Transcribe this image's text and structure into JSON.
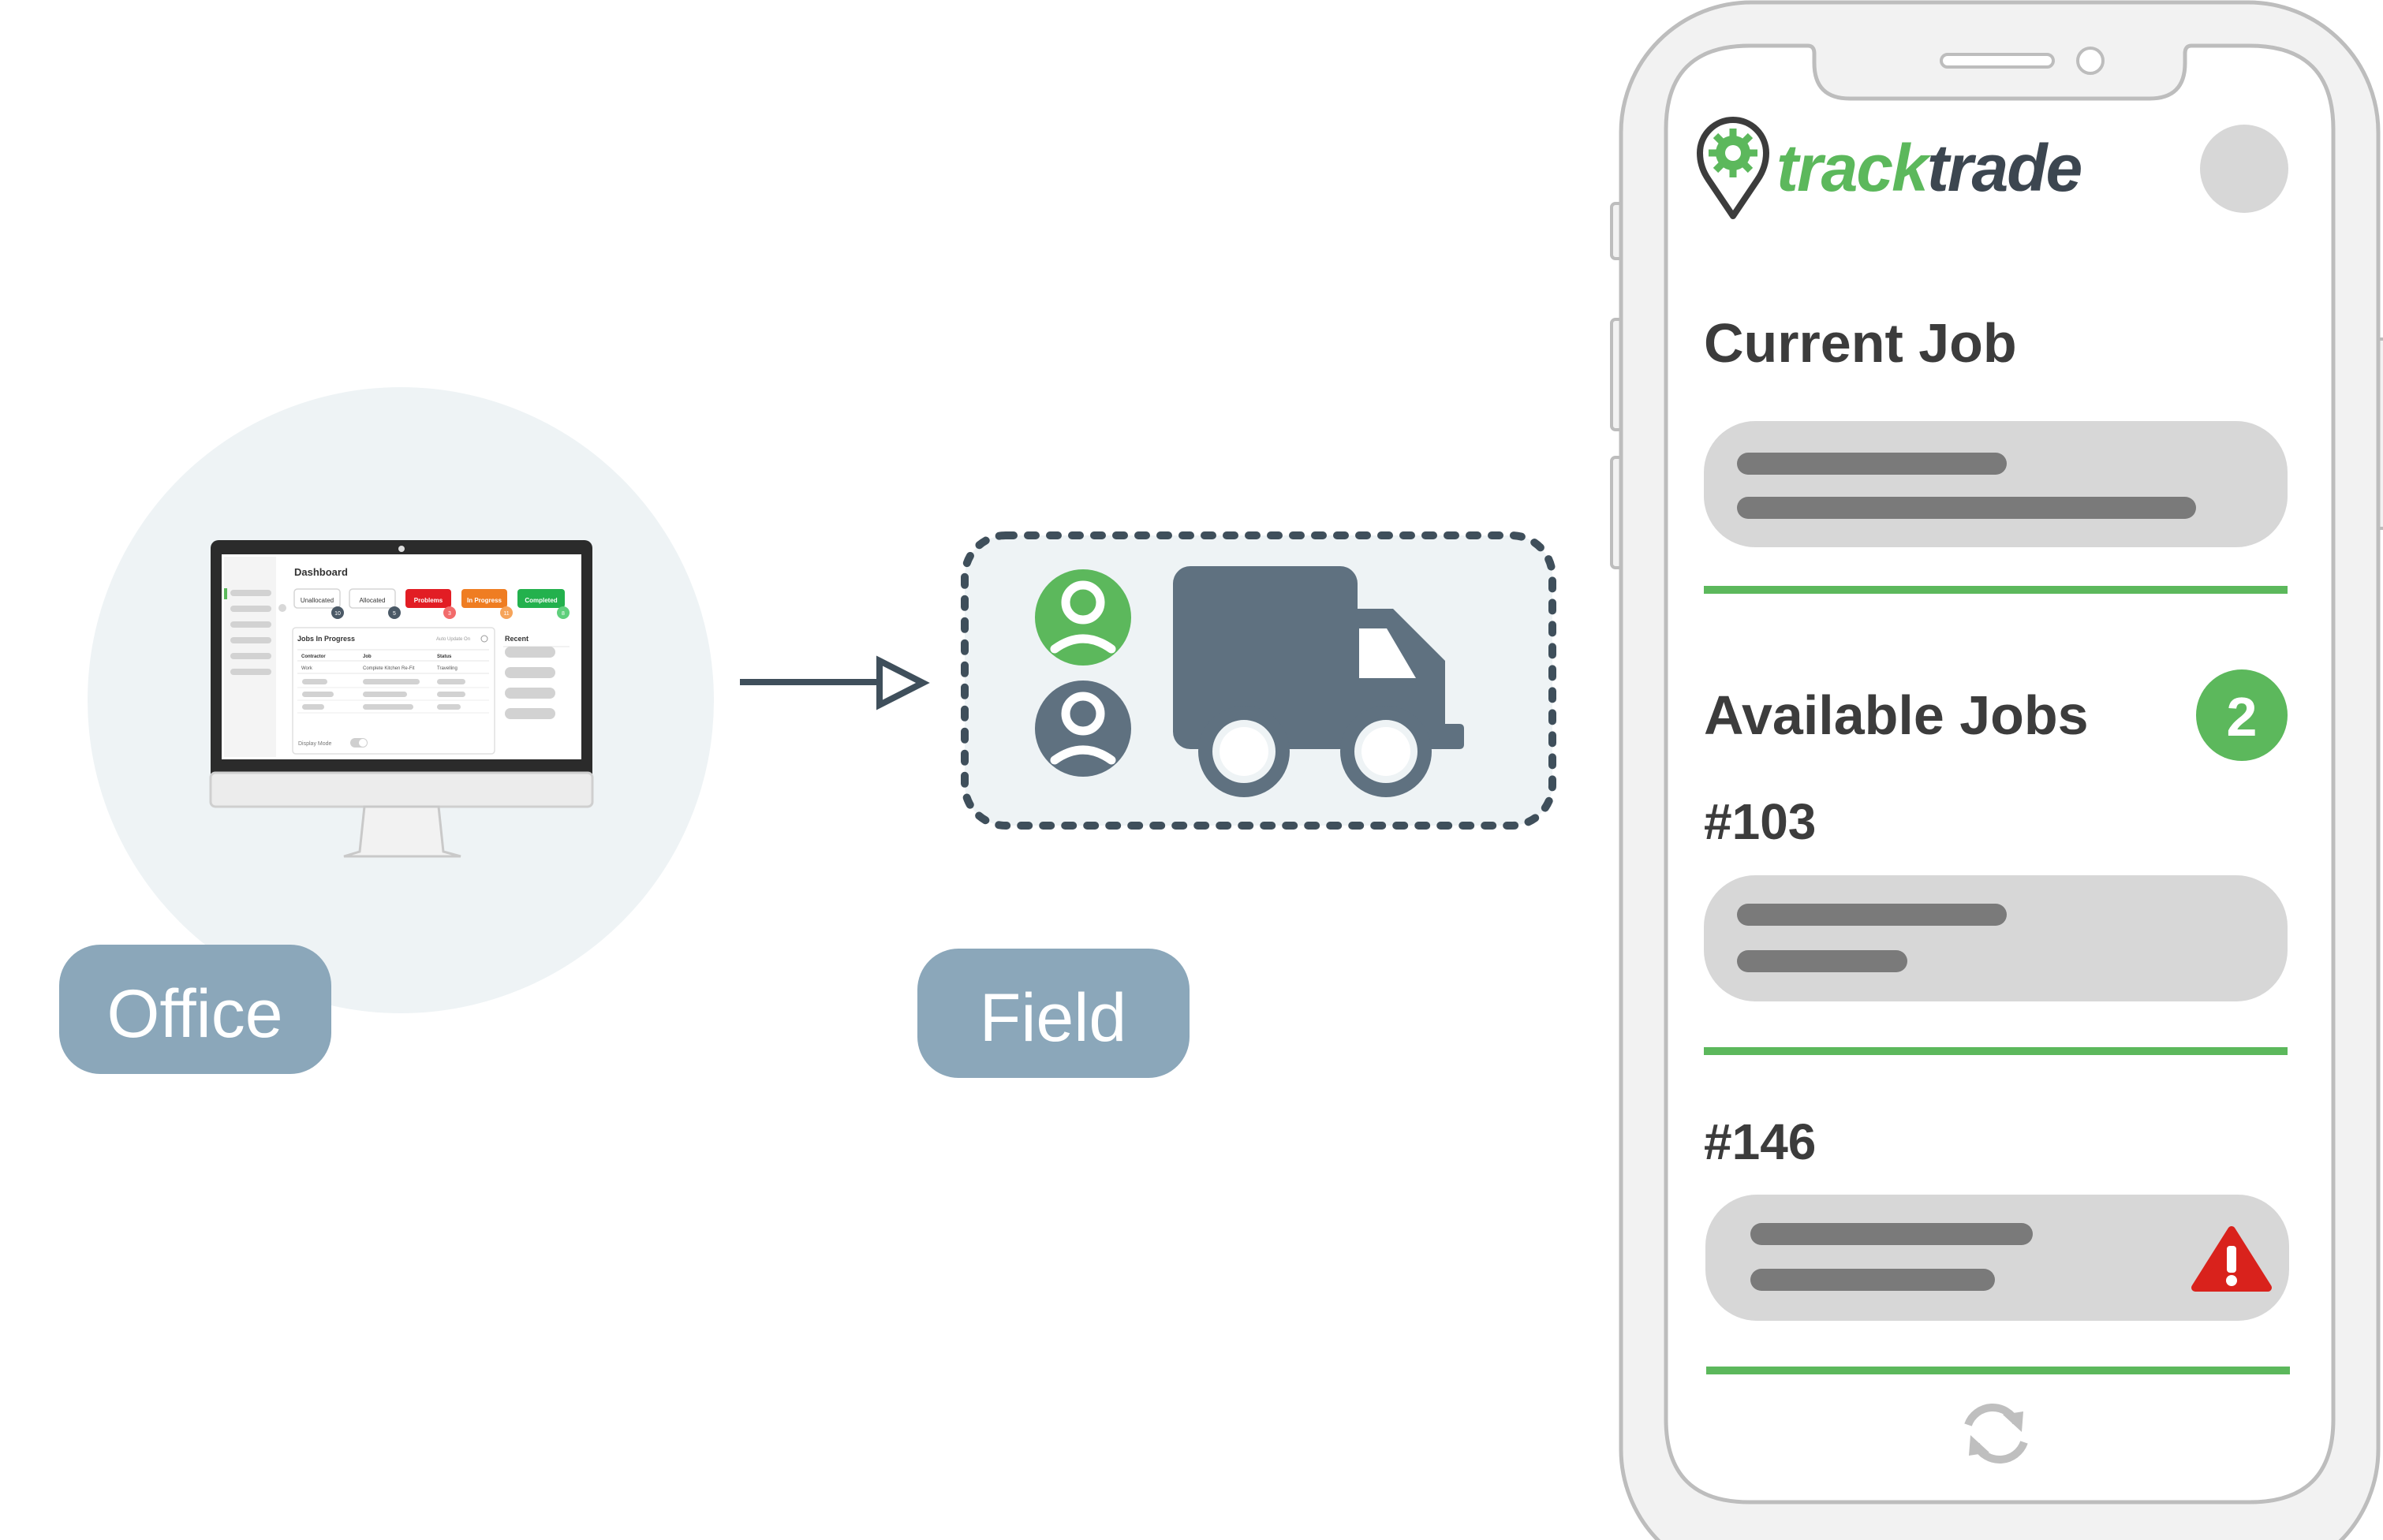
{
  "colors": {
    "brand_green": "#5cb85c",
    "slate": "#5f7180",
    "label_bg": "#8ba7ba",
    "label_text": "#ffffff",
    "circle_bg": "#eef3f5",
    "card_bg": "#d7d7d7",
    "bar": "#7a7a7a",
    "heading": "#3c3c3c",
    "warning_red": "#d9221c",
    "tab_red": "#e21d24",
    "tab_orange": "#ef7d22",
    "tab_green": "#23b14d"
  },
  "office": {
    "label": "Office",
    "dashboard": {
      "title": "Dashboard",
      "tabs": [
        {
          "label": "Unallocated",
          "count": "10",
          "style": "light"
        },
        {
          "label": "Allocated",
          "count": "5",
          "style": "light"
        },
        {
          "label": "Problems",
          "count": "3",
          "style": "red"
        },
        {
          "label": "In Progress",
          "count": "11",
          "style": "orange"
        },
        {
          "label": "Completed",
          "count": "8",
          "style": "green"
        }
      ],
      "jobs_panel": {
        "title": "Jobs In Progress",
        "options": "Auto Update On",
        "columns": [
          "Contractor",
          "Job",
          "Status"
        ],
        "first_row": [
          "Work",
          "Complete Kitchen Re-Fit",
          "Travelling"
        ]
      },
      "recent_title": "Recent",
      "display_mode_label": "Display Mode"
    }
  },
  "field": {
    "label": "Field",
    "icons": [
      "user-icon",
      "user-icon",
      "truck-icon"
    ]
  },
  "phone": {
    "brand": {
      "part1": "track",
      "part2": "trade"
    },
    "current_job_heading": "Current Job",
    "available_jobs_heading": "Available Jobs",
    "available_count": "2",
    "jobs": [
      {
        "number": "#103",
        "warning": false
      },
      {
        "number": "#146",
        "warning": true
      }
    ],
    "icons": [
      "map-pin-gear-icon",
      "avatar",
      "warning-icon",
      "refresh-icon"
    ]
  }
}
